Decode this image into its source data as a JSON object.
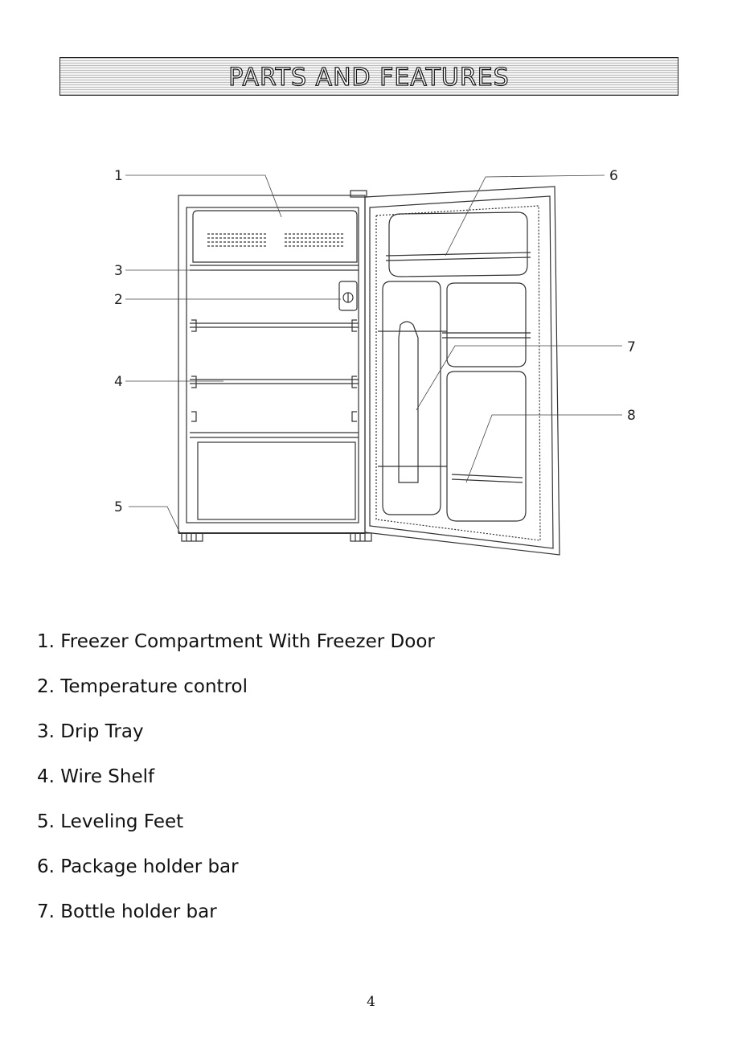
{
  "header": {
    "title": "PARTS AND FEATURES"
  },
  "diagram": {
    "callouts": [
      {
        "id": "c1",
        "label": "1"
      },
      {
        "id": "c3",
        "label": "3"
      },
      {
        "id": "c2",
        "label": "2"
      },
      {
        "id": "c4",
        "label": "4"
      },
      {
        "id": "c5",
        "label": "5"
      },
      {
        "id": "c6",
        "label": "6"
      },
      {
        "id": "c7",
        "label": "7"
      },
      {
        "id": "c8",
        "label": "8"
      }
    ]
  },
  "parts": [
    "1. Freezer Compartment With Freezer Door",
    "2. Temperature control",
    "3. Drip Tray",
    "4. Wire Shelf",
    "5. Leveling Feet",
    "6. Package holder bar",
    "7. Bottle holder bar"
  ],
  "footer": {
    "page_number": "4"
  }
}
